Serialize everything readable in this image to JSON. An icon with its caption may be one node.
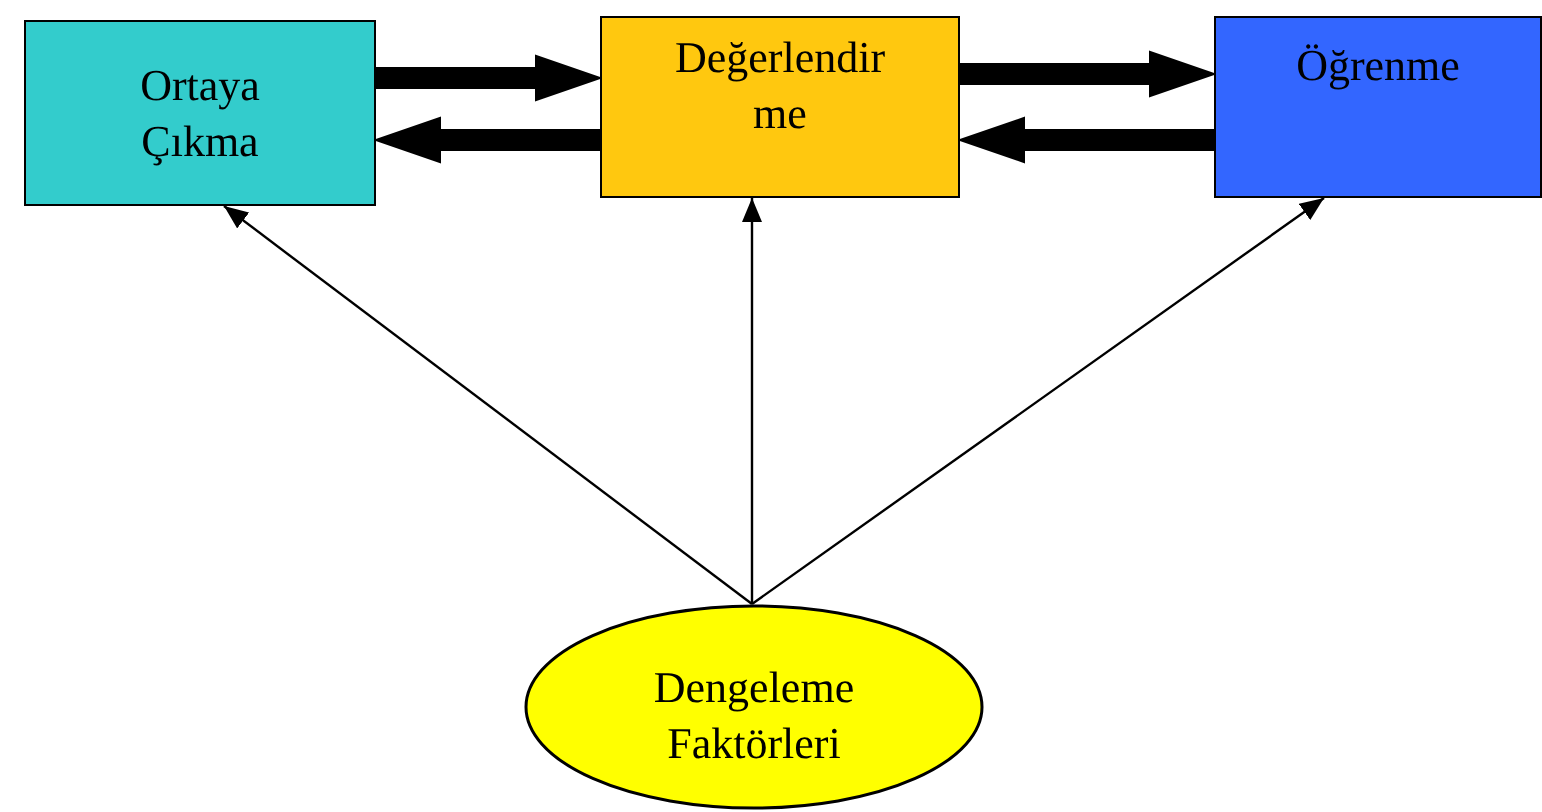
{
  "diagram": {
    "nodes": [
      {
        "text": [
          "Ortaya Çıkma"
        ]
      },
      {
        "text": [
          "Değerlendir me"
        ]
      },
      {
        "text": [
          "Öğrenme"
        ]
      },
      {
        "text": [
          "Dengeleme Faktörleri"
        ]
      }
    ],
    "edges": [
      {
        "from": 0,
        "to": 1,
        "arrow": "to",
        "style": "thick"
      },
      {
        "from": 1,
        "to": 0,
        "arrow": "to",
        "style": "thick"
      },
      {
        "from": 1,
        "to": 2,
        "arrow": "to",
        "style": "thick"
      },
      {
        "from": 2,
        "to": 1,
        "arrow": "to",
        "style": "thick"
      },
      {
        "from": 3,
        "to": 0,
        "arrow": "to"
      },
      {
        "from": 3,
        "to": 1,
        "arrow": "to"
      },
      {
        "from": 3,
        "to": 2,
        "arrow": "to"
      }
    ]
  }
}
